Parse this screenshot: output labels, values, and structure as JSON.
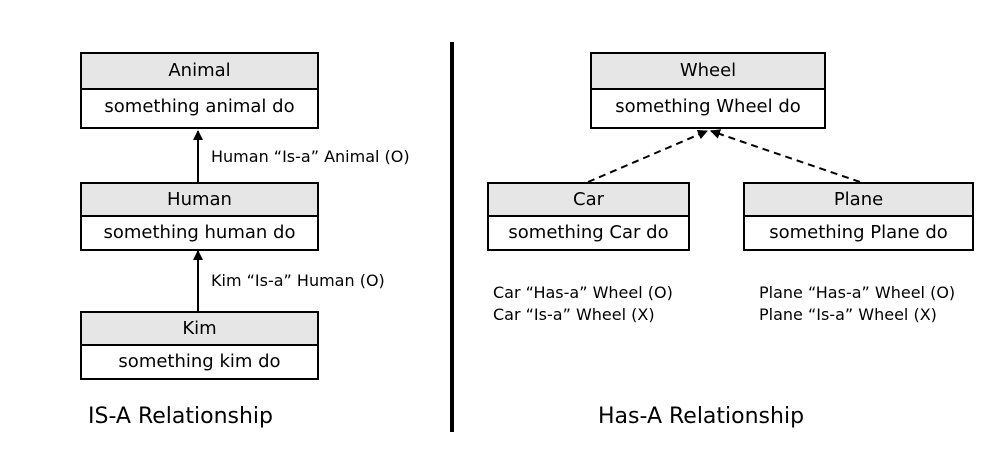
{
  "isa": {
    "caption": "IS-A Relationship",
    "boxes": {
      "animal": {
        "title": "Animal",
        "body": "something animal do"
      },
      "human": {
        "title": "Human",
        "body": "something human do"
      },
      "kim": {
        "title": "Kim",
        "body": "something kim do"
      }
    },
    "labels": {
      "human_animal": "Human “Is-a” Animal (O)",
      "kim_human": "Kim “Is-a” Human (O)"
    }
  },
  "hasa": {
    "caption": "Has-A Relationship",
    "boxes": {
      "wheel": {
        "title": "Wheel",
        "body": "something Wheel do"
      },
      "car": {
        "title": "Car",
        "body": "something Car do"
      },
      "plane": {
        "title": "Plane",
        "body": "something Plane do"
      }
    },
    "notes": {
      "car_hasa": "Car “Has-a” Wheel (O)",
      "car_isa": "Car “Is-a” Wheel (X)",
      "plane_hasa": "Plane “Has-a” Wheel (O)",
      "plane_isa": "Plane “Is-a” Wheel (X)"
    }
  }
}
